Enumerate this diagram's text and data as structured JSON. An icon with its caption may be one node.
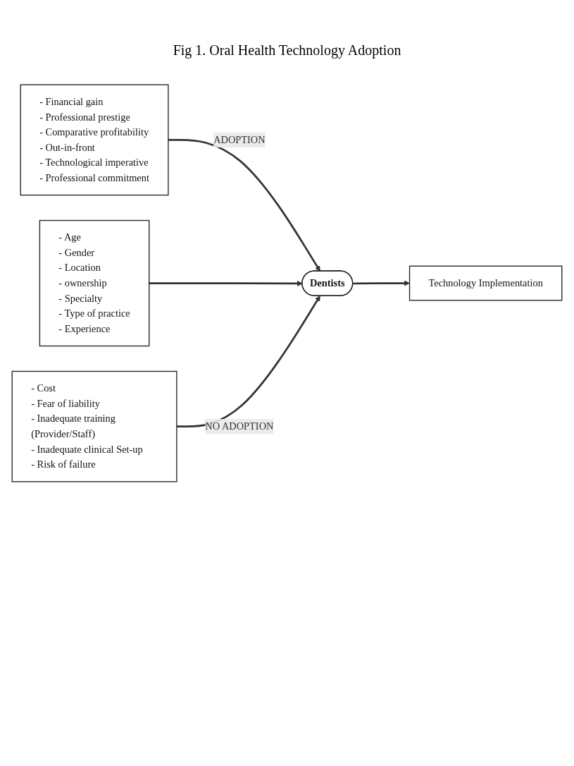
{
  "diagram": {
    "title": "Fig 1. Oral Health Technology Adoption",
    "nodes": [
      {
        "text": [
          "- Financial gain",
          "- Professional prestige",
          "- Comparative profitability",
          "- Out-in-front",
          "- Technological imperative",
          "- Professional commitment"
        ]
      },
      {
        "text": [
          "- Age",
          "- Gender",
          "- Location",
          "- ownership",
          "- Specialty",
          "- Type of practice",
          "- Experience"
        ]
      },
      {
        "text": [
          "Dentists"
        ]
      },
      {
        "text": [
          "Technology Implementation"
        ]
      },
      {
        "text": [
          "- Cost",
          "- Fear of liability",
          "- Inadequate training (Provider/Staff)",
          "- Inadequate clinical Set-up",
          "- Risk of failure"
        ]
      }
    ],
    "edges": [
      {
        "from": 0,
        "to": 2,
        "arrow": "to",
        "label": "ADOPTION"
      },
      {
        "from": 1,
        "to": 2,
        "arrow": "to"
      },
      {
        "from": 2,
        "to": 3,
        "arrow": "to"
      },
      {
        "from": 4,
        "to": 2,
        "arrow": "to",
        "label": "NO ADOPTION"
      }
    ]
  }
}
